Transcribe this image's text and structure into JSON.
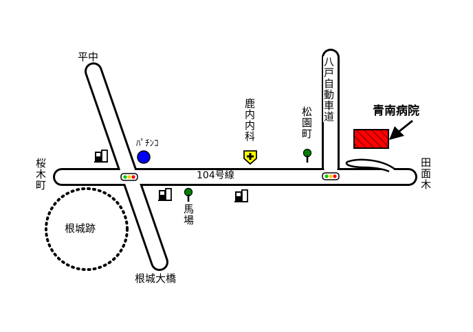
{
  "map": {
    "places": {
      "hiranaka": "平中",
      "sakuragicho": "桜木町",
      "pachinko": "ﾊﾟﾁﾝｺ",
      "road_104": "104号線",
      "kanouchi_naika": "鹿内内科",
      "matsuzonocho": "松園町",
      "hachinohe_expressway": "八戸自動車道",
      "seinan_hospital": "青南病院",
      "tamenoki": "田面木",
      "baba": "馬場",
      "nejo_ruins": "根城跡",
      "nejo_ohashi": "根城大橋"
    },
    "icons": {
      "gas_station": "gas-station-icon",
      "traffic_light": "traffic-light-icon",
      "tree": "tree-icon",
      "clinic": "clinic-cross-icon",
      "pachinko_marker": "blue-circle-icon",
      "hospital_building": "hospital-building-icon",
      "arrow": "arrow-icon"
    },
    "colors": {
      "road_fill": "#ffffff",
      "road_outline": "#000000",
      "hospital": "#ff0000",
      "pachinko": "#0000ff",
      "clinic": "#ffff00",
      "tree": "#008000",
      "signal_green": "#00cc00",
      "signal_yellow": "#ffcc00",
      "signal_red": "#ff0000"
    }
  }
}
